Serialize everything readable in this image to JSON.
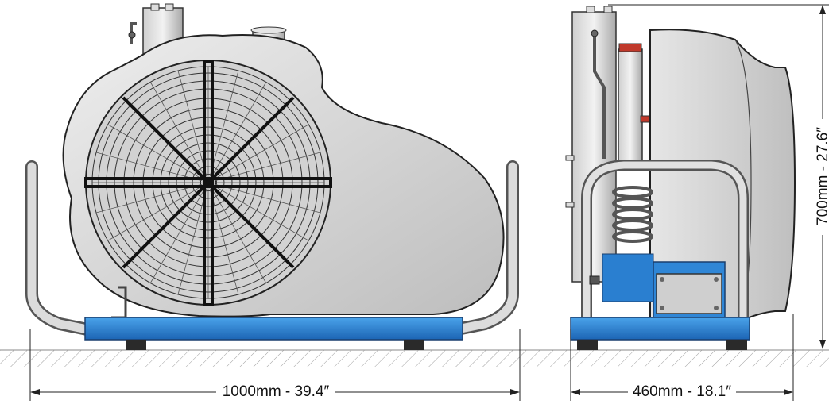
{
  "dimensions": {
    "front_width": "1000mm - 39.4″",
    "side_width": "460mm - 18.1″",
    "height": "700mm - 27.6″"
  },
  "colors": {
    "base_blue": "#2a7fd0",
    "body_grey": "#d8d8d8",
    "outline": "#222222",
    "hatch": "#9a9a9a",
    "valve_red": "#c0392b"
  },
  "icons": {
    "fan_guard": "fan-guard-icon",
    "ground": "ground-hatch-icon"
  }
}
